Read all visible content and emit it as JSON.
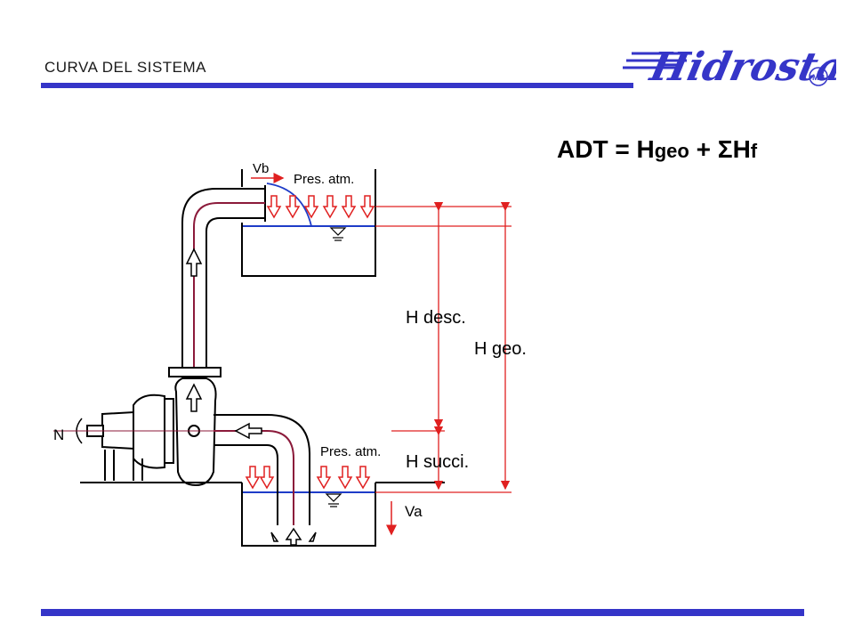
{
  "header": {
    "title": "CURVA DEL SISTEMA",
    "logo_text": "Hidrostal",
    "logo_mark": "MR"
  },
  "formula": {
    "lhs": "ADT = ",
    "h1": "H",
    "h1_sub": "geo",
    "plus": " + ",
    "sigma": "Σ",
    "h2": "H",
    "h2_sub": "f"
  },
  "diagram": {
    "labels": {
      "vb": "Vb",
      "pres_atm_top": "Pres. atm.",
      "pres_atm_bottom": "Pres. atm.",
      "h_desc": "H desc.",
      "h_geo": "H geo.",
      "h_succi": "H succi.",
      "va": "Va",
      "n": "N"
    }
  },
  "colors": {
    "accent_bar": "#3535c8",
    "flow_line": "#8b1a3a",
    "water_line": "#1e3cc8",
    "dimension_line": "#e02020"
  }
}
